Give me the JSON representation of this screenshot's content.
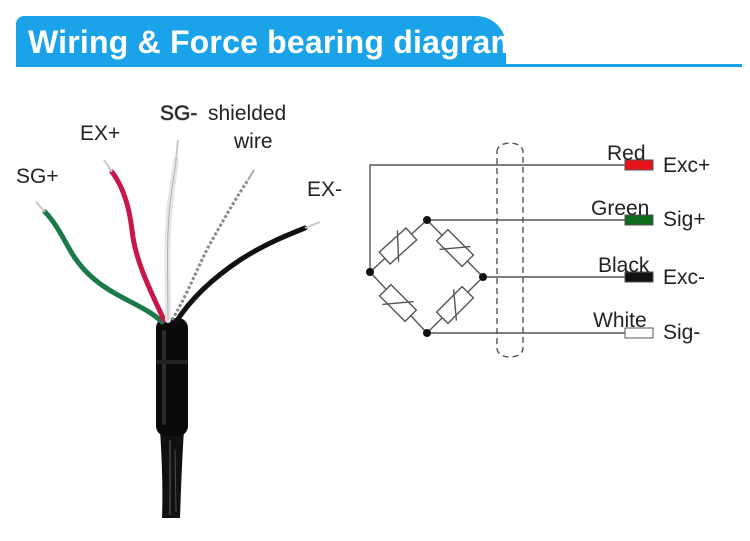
{
  "header": {
    "title": "Wiring & Force bearing diagram",
    "accent": "#1aa3e8"
  },
  "cable_labels": {
    "sg_plus": {
      "text": "SG+",
      "color": "#1f7a5a"
    },
    "ex_plus": {
      "text": "EX+",
      "color": "#cc1f2b"
    },
    "sg_minus": {
      "text": "SG-",
      "color": "#999999"
    },
    "shielded": {
      "line1": "shielded",
      "line2": "wire",
      "color": "#333333"
    },
    "ex_minus": {
      "text": "EX-",
      "color": "#111111"
    }
  },
  "wires": [
    {
      "name": "Red",
      "terminal": "Exc+",
      "color": "#e8141c"
    },
    {
      "name": "Green",
      "terminal": "Sig+",
      "color": "#0f6b1f"
    },
    {
      "name": "Black",
      "terminal": "Exc-",
      "color": "#111111"
    },
    {
      "name": "White",
      "terminal": "Sig-",
      "color": "#ffffff"
    }
  ]
}
